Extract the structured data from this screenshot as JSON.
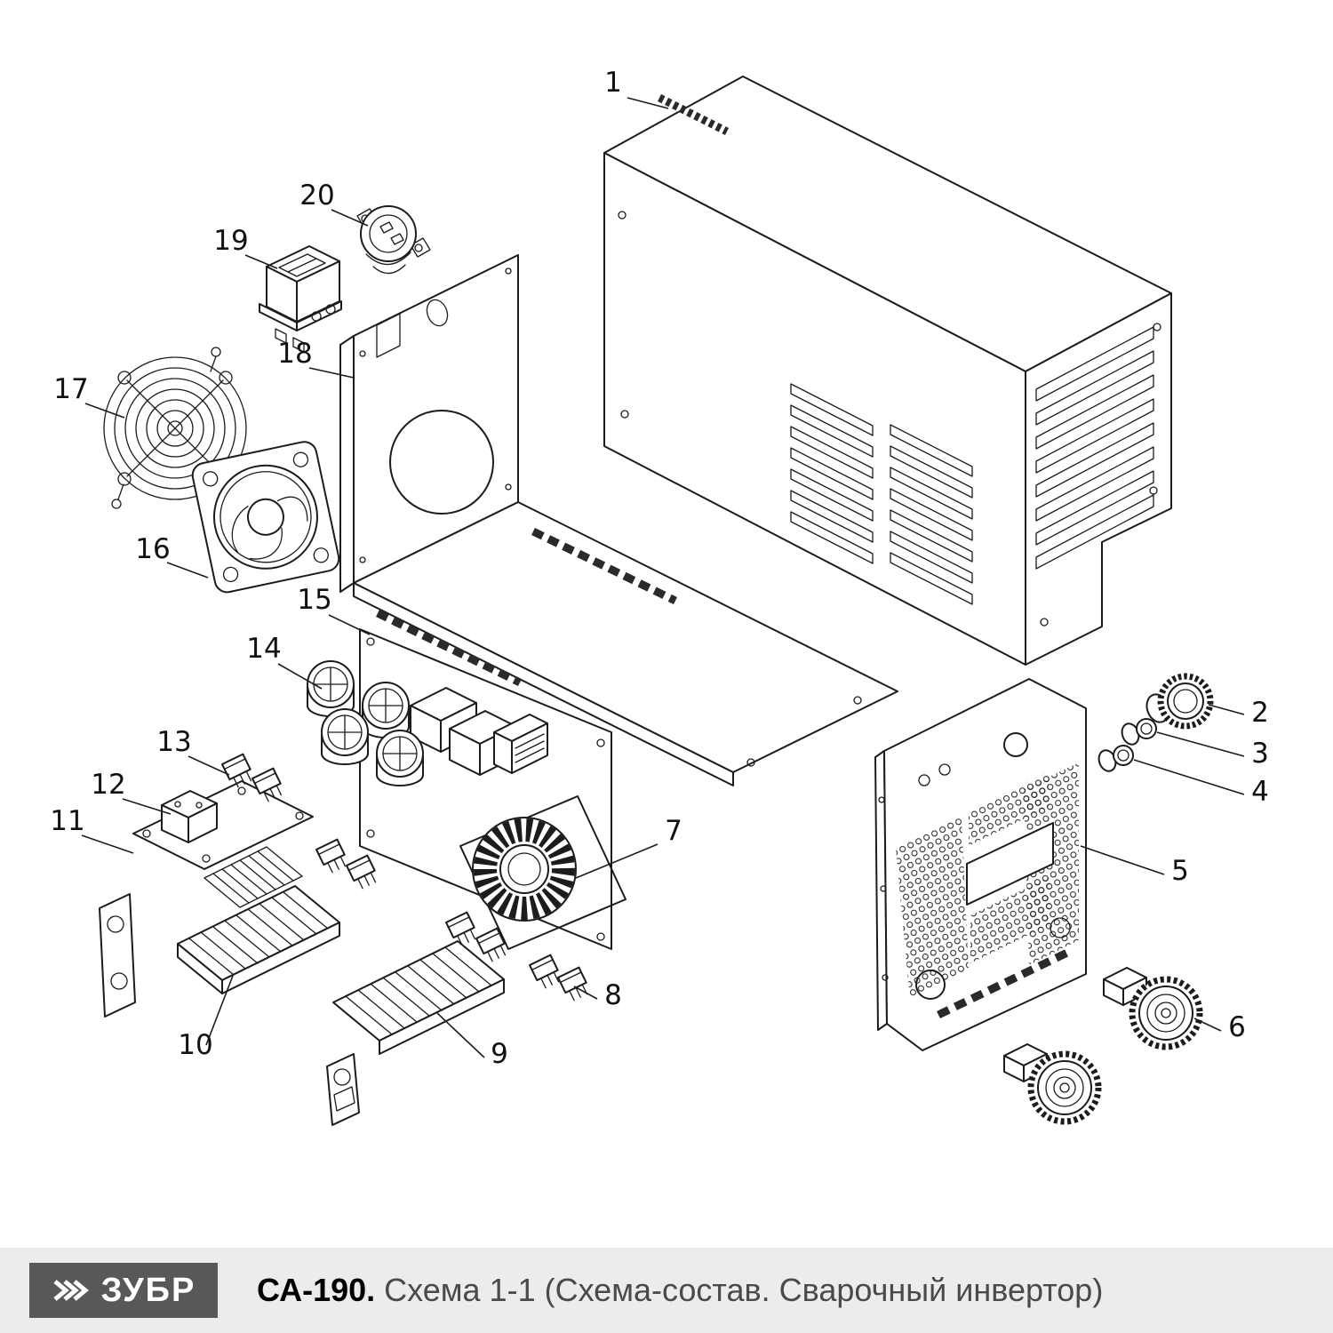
{
  "parts": {
    "p1": "1",
    "p2": "2",
    "p3": "3",
    "p4": "4",
    "p5": "5",
    "p6": "6",
    "p7": "7",
    "p8": "8",
    "p9": "9",
    "p10": "10",
    "p11": "11",
    "p12": "12",
    "p13": "13",
    "p14": "14",
    "p15": "15",
    "p16": "16",
    "p17": "17",
    "p18": "18",
    "p19": "19",
    "p20": "20"
  },
  "footer": {
    "brand": "ЗУБР",
    "model": "СА-190.",
    "title": "Схема 1-1 (Схема-состав. Сварочный инвертор)"
  },
  "colors": {
    "line": "#1c1c1c",
    "footer_bg": "#ececec",
    "logo_bg": "#58585a",
    "logo_text": "#ffffff",
    "title_gray": "#4a4a4a"
  }
}
